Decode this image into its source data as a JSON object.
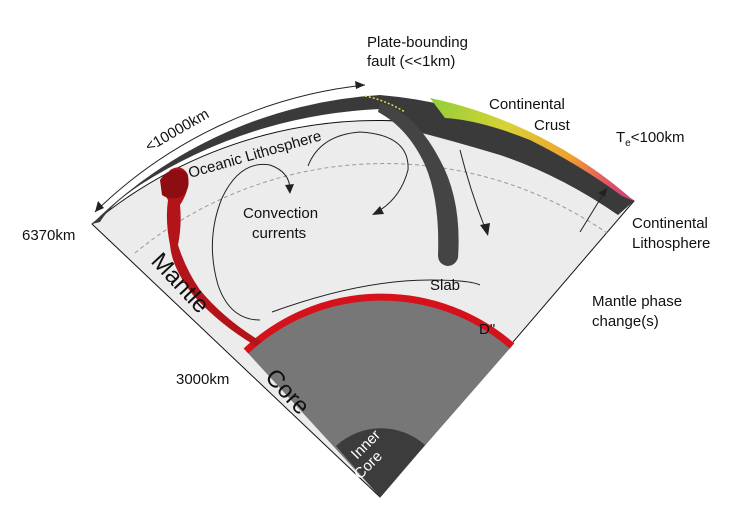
{
  "labels": {
    "plate_fault_line1": "Plate-bounding",
    "plate_fault_line2": "fault (<<1km)",
    "continental_crust_line1": "Continental",
    "continental_crust_line2": "Crust",
    "te_T": "T",
    "te_sub": "e",
    "te_rest": "<100km",
    "continental_litho_line1": "Continental",
    "continental_litho_line2": "Lithosphere",
    "distance": "<10000km",
    "oceanic_lithosphere": "Oceanic Lithosphere",
    "convection_line1": "Convection",
    "convection_line2": "currents",
    "radius_surface": "6370km",
    "mantle": "Mantle",
    "slab": "Slab",
    "mantle_phase_line1": "Mantle phase",
    "mantle_phase_line2": "change(s)",
    "d_double_prime": "D\"",
    "radius_core": "3000km",
    "core": "Core",
    "inner_core_line1": "Inner",
    "inner_core_line2": "Core"
  },
  "colors": {
    "mantle_fill": "#ececec",
    "lithosphere": "#3a3a3a",
    "core_fill": "#777777",
    "inner_core_fill": "#3c3c3c",
    "core_mantle_boundary": "#d5121b",
    "plume": "#b3141a",
    "crust_gradient": [
      "#8fcf3a",
      "#d9d235",
      "#f0a030",
      "#e0506a",
      "#c0407a"
    ]
  }
}
